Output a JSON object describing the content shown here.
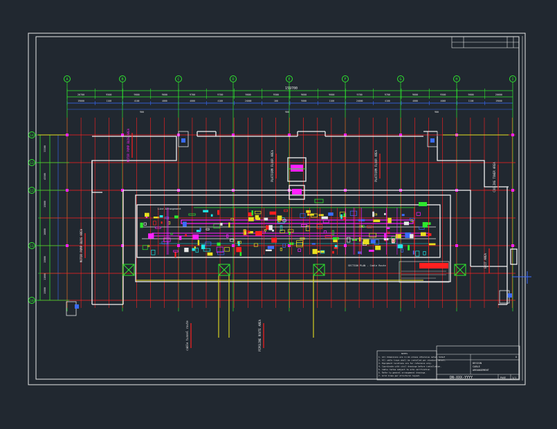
{
  "drawing": {
    "background": "#212830",
    "colors": {
      "frame": "#e8e8e8",
      "grid_red": "#ff2020",
      "dim_green": "#2ee82e",
      "dim_blue": "#3a6cff",
      "yellow": "#e8e020",
      "magenta": "#ff20ff",
      "cyan": "#20e8e8",
      "wall": "#f2f2f2"
    },
    "column_axes": [
      "A",
      "B",
      "C",
      "D",
      "E",
      "F",
      "G",
      "H",
      "I"
    ],
    "row_axes": [
      "10",
      "11",
      "12",
      "13",
      "14"
    ],
    "overall_dimension": "159700",
    "top_dims": [
      "20700",
      "9500",
      "9600",
      "9600",
      "9700",
      "9700",
      "9600",
      "9500",
      "9600",
      "9600",
      "9700",
      "9700",
      "9600",
      "9500",
      "9600",
      "20600"
    ],
    "second_dims": [
      "19000",
      "1100",
      "4100",
      "4000",
      "4000",
      "4100",
      "24000",
      "100",
      "9000",
      "1100",
      "24000",
      "4100",
      "4000",
      "4000",
      "1100",
      "19000"
    ],
    "third_dims": [
      "900",
      "900",
      "900"
    ],
    "left_dims": [
      "33300",
      "43500",
      "15000",
      "16000",
      "15000",
      "11000",
      "15000"
    ],
    "vertical_labels": [
      {
        "id": "lbl-left-upper",
        "text": "MOTOR PUMP BLDG AREA"
      },
      {
        "id": "lbl-left-lower",
        "text": "MOTOR PUMP BLDG AREA"
      },
      {
        "id": "lbl-center-1",
        "text": "PLATFORM FLOOR AREA"
      },
      {
        "id": "lbl-center-2",
        "text": "PLATFORM FLOOR AREA"
      },
      {
        "id": "lbl-right-1",
        "text": "COOLING TOWER AREA"
      },
      {
        "id": "lbl-right-2",
        "text": "EXIT AREA"
      },
      {
        "id": "lbl-bottom-1",
        "text": "cable tunnel route"
      },
      {
        "id": "lbl-bottom-2",
        "text": "PIPELINE ROUTE AREA"
      }
    ],
    "inner_caption": "Line Arrangement",
    "bottom_caption": "SECTION PLAN - Cable Route",
    "notes_title": "NOTES",
    "notes": [
      "1. All dimensions are in mm unless otherwise noted.",
      "2. All cable trays shall be installed per standard detail.",
      "3. Equipment locations are for reference only.",
      "4. Coordinate with civil drawings before installation.",
      "5. Cable routes subject to site verification.",
      "6. Refer to general arrangement drawings.",
      "7. Grid lines per structural layout."
    ],
    "title_block": {
      "project": "DESIGN",
      "title_line1": "CABLE",
      "title_line2": "ARRANGEMENT",
      "drawing_no": "DN-XXX-YYYY",
      "rev": "A",
      "scale": "SCALE",
      "sheet": "PAGE",
      "sheet_no": "1/1"
    }
  }
}
